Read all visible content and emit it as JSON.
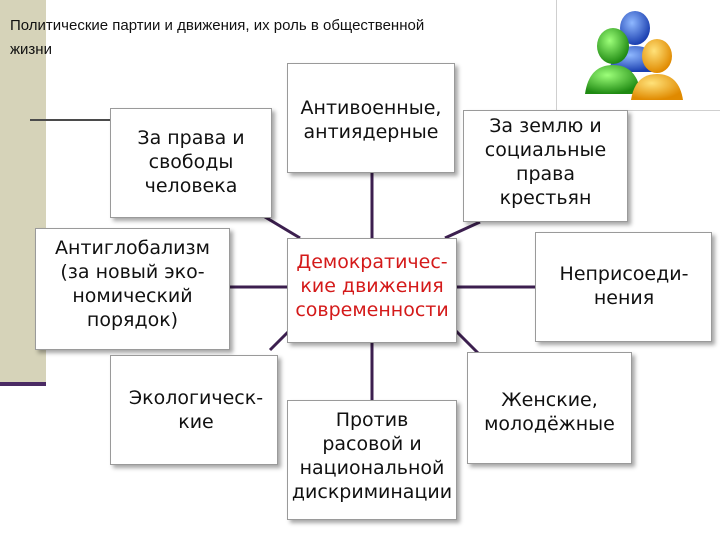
{
  "title": "Политические партии и движения, их роль в общественной\nжизни",
  "colors": {
    "sidebar": "#d6d3b9",
    "sidebar_band": "#4a2a63",
    "connector": "#3c1f4f",
    "center_text": "#d41a1a"
  },
  "icon": "people-group-icon",
  "center": "Демократичес-\nкие движения\nсовременности",
  "nodes": {
    "rights": "За права и\nсвободы\nчеловека",
    "antiwar": "Антивоенные,\nантиядерные",
    "land": "За землю и\nсоциальные\nправа\nкрестьян",
    "antiglobal": "Антиглобализм\n(за новый эко-\nномический\nпорядок)",
    "nonaligned": "Неприсоеди-\nнения",
    "ecology": "Экологическ-\nкие",
    "antiracism": "Против\nрасовой и\nнациональной\nдискриминации",
    "women": "Женские,\nмолодёжные"
  }
}
